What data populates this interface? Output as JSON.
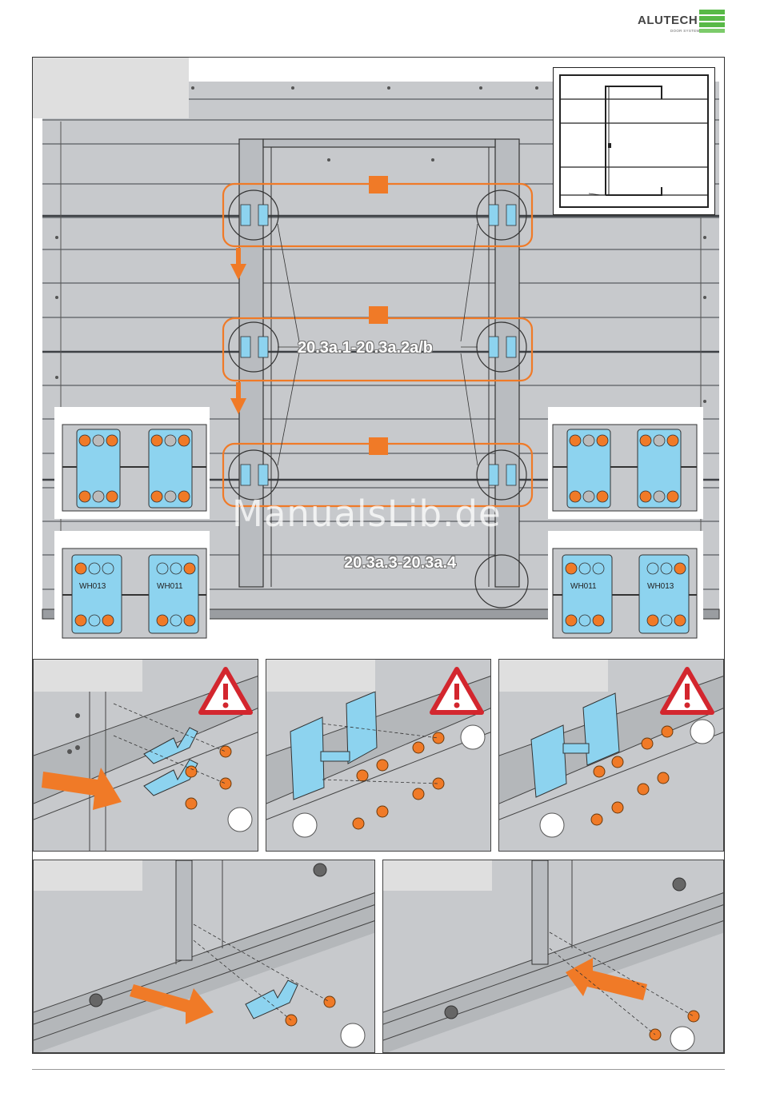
{
  "brand": {
    "name": "ALUTECH",
    "tagline": "DOOR SYSTEMS",
    "accent": "#58b947"
  },
  "colors": {
    "orange": "#f07a27",
    "hinge_blue": "#8dd3ef",
    "panel_gray": "#c7c9cc",
    "warning_red": "#d3262e"
  },
  "main_view": {
    "ref_upper": "20.3a.1-20.3a.2a/b",
    "ref_lower": "20.3a.3-20.3a.4"
  },
  "hinge_details": {
    "bottom_left": [
      "WH013",
      "WH011"
    ],
    "bottom_right": [
      "WH011",
      "WH013"
    ]
  },
  "watermark": "ManualsLib.de",
  "icons": [
    "warning-icon",
    "arrow-icon",
    "screw-icon",
    "bracket-icon",
    "hinge-icon"
  ]
}
